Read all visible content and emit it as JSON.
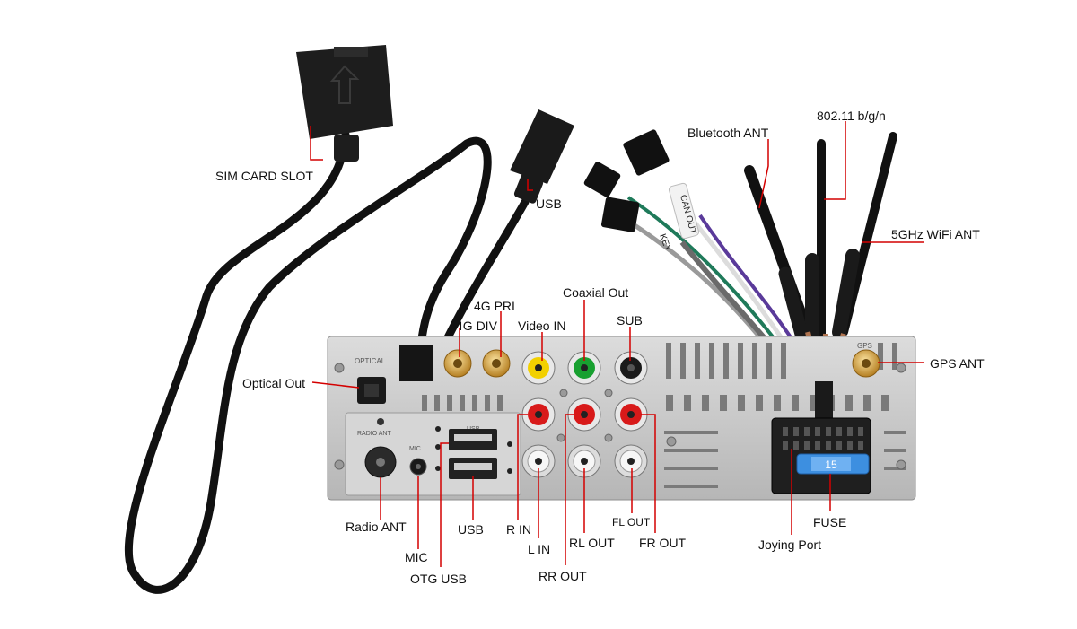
{
  "labels": {
    "sim_card_slot": "SIM CARD SLOT",
    "usb_top": "USB",
    "bluetooth_ant": "Bluetooth ANT",
    "wifi_802": "802.11 b/g/n",
    "wifi_5ghz": "5GHz WiFi ANT",
    "gps_ant": "GPS ANT",
    "coaxial_out": "Coaxial Out",
    "pri_4g": "4G PRI",
    "div_4g": "4G DIV",
    "video_in": "Video IN",
    "sub": "SUB",
    "optical_out": "Optical Out",
    "radio_ant": "Radio ANT",
    "mic": "MIC",
    "otg_usb": "OTG USB",
    "usb_bottom": "USB",
    "r_in": "R IN",
    "l_in": "L IN",
    "rr_out": "RR OUT",
    "rl_out": "RL OUT",
    "fl_out": "FL OUT",
    "fr_out": "FR OUT",
    "joying_port": "Joying Port",
    "fuse": "FUSE"
  },
  "panel_print": {
    "optical": "OPTICAL",
    "radio_ant": "RADIO ANT",
    "mic": "MIC",
    "usb": "USB",
    "gps": "GPS",
    "fuse_value": "15",
    "can_out": "CAN OUT",
    "key": "KEY"
  },
  "colors": {
    "leader_line": "#d40000",
    "panel": "#c9c9c9",
    "cable": "#111111",
    "connector_gold": "#d9a441",
    "rca_yellow": "#f2d000",
    "rca_green": "#18a030",
    "rca_red": "#d81a1a",
    "rca_white": "#f4f4f4",
    "rca_black": "#1a1a1a",
    "fuse_blue": "#3d8fe0"
  }
}
